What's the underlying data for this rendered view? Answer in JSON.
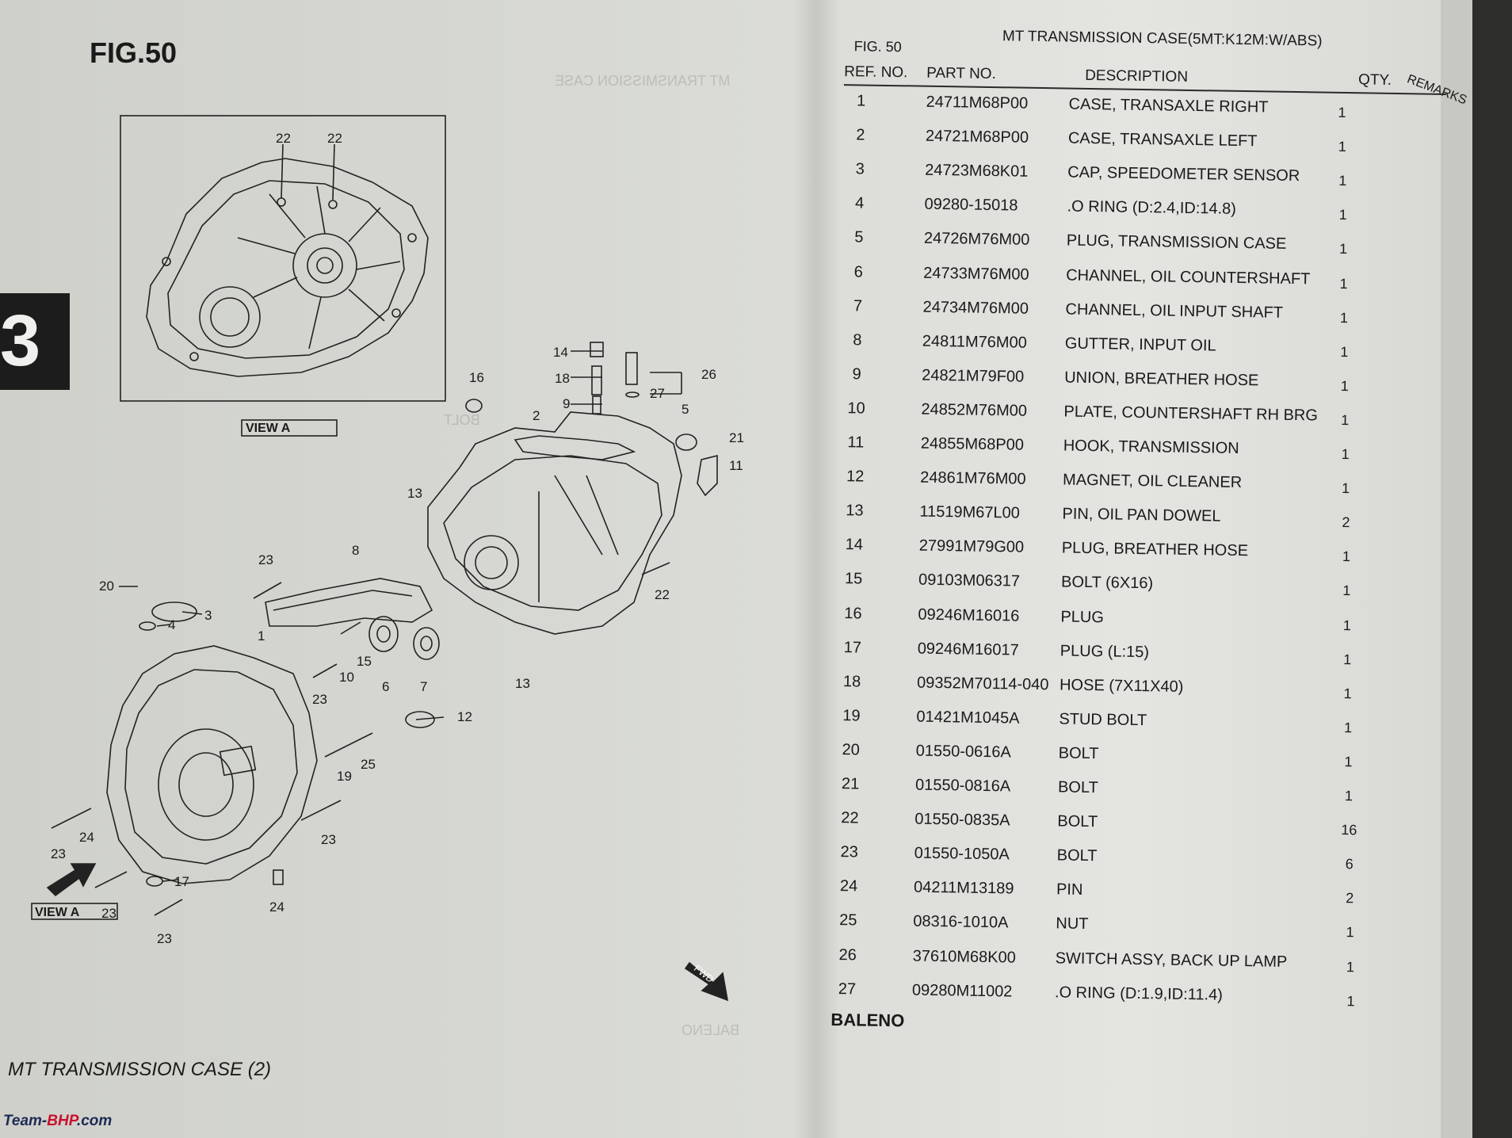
{
  "left_page": {
    "figure_title": "FIG.50",
    "section_number": "3",
    "footer_title": "MT TRANSMISSION CASE (2)",
    "view_label": "VIEW A",
    "fwd_label": "FWD",
    "watermark": {
      "prefix": "Team-",
      "brand": "BHP",
      "suffix": ".com"
    },
    "callouts": [
      "22",
      "22",
      "16",
      "14",
      "18",
      "9",
      "26",
      "27",
      "2",
      "5",
      "21",
      "11",
      "13",
      "8",
      "23",
      "20",
      "3",
      "4",
      "1",
      "15",
      "10",
      "6",
      "7",
      "12",
      "23",
      "19",
      "25",
      "23",
      "24",
      "23",
      "17",
      "24",
      "23",
      "23",
      "22",
      "13"
    ]
  },
  "right_page": {
    "fig_no": "FIG. 50",
    "title": "MT TRANSMISSION CASE(5MT:K12M:W/ABS)",
    "headers": {
      "ref": "REF. NO.",
      "part": "PART NO.",
      "desc": "DESCRIPTION",
      "qty": "QTY.",
      "remarks": "REMARKS"
    },
    "rows": [
      {
        "ref": "1",
        "part": "24711M68P00",
        "desc": "CASE, TRANSAXLE RIGHT",
        "qty": "1"
      },
      {
        "ref": "2",
        "part": "24721M68P00",
        "desc": "CASE, TRANSAXLE LEFT",
        "qty": "1"
      },
      {
        "ref": "3",
        "part": "24723M68K01",
        "desc": "CAP, SPEEDOMETER SENSOR",
        "qty": "1"
      },
      {
        "ref": "4",
        "part": "09280-15018",
        "desc": ".O RING (D:2.4,ID:14.8)",
        "qty": "1"
      },
      {
        "ref": "5",
        "part": "24726M76M00",
        "desc": "PLUG, TRANSMISSION CASE",
        "qty": "1"
      },
      {
        "ref": "6",
        "part": "24733M76M00",
        "desc": "CHANNEL, OIL COUNTERSHAFT",
        "qty": "1"
      },
      {
        "ref": "7",
        "part": "24734M76M00",
        "desc": "CHANNEL, OIL INPUT SHAFT",
        "qty": "1"
      },
      {
        "ref": "8",
        "part": "24811M76M00",
        "desc": "GUTTER, INPUT OIL",
        "qty": "1"
      },
      {
        "ref": "9",
        "part": "24821M79F00",
        "desc": "UNION, BREATHER HOSE",
        "qty": "1"
      },
      {
        "ref": "10",
        "part": "24852M76M00",
        "desc": "PLATE, COUNTERSHAFT RH BRG",
        "qty": "1"
      },
      {
        "ref": "11",
        "part": "24855M68P00",
        "desc": "HOOK, TRANSMISSION",
        "qty": "1"
      },
      {
        "ref": "12",
        "part": "24861M76M00",
        "desc": "MAGNET, OIL CLEANER",
        "qty": "1"
      },
      {
        "ref": "13",
        "part": "11519M67L00",
        "desc": "PIN, OIL PAN DOWEL",
        "qty": "2"
      },
      {
        "ref": "14",
        "part": "27991M79G00",
        "desc": "PLUG, BREATHER HOSE",
        "qty": "1"
      },
      {
        "ref": "15",
        "part": "09103M06317",
        "desc": "BOLT (6X16)",
        "qty": "1"
      },
      {
        "ref": "16",
        "part": "09246M16016",
        "desc": "PLUG",
        "qty": "1"
      },
      {
        "ref": "17",
        "part": "09246M16017",
        "desc": "PLUG (L:15)",
        "qty": "1"
      },
      {
        "ref": "18",
        "part": "09352M70114-040",
        "desc": "HOSE (7X11X40)",
        "qty": "1"
      },
      {
        "ref": "19",
        "part": "01421M1045A",
        "desc": "STUD BOLT",
        "qty": "1"
      },
      {
        "ref": "20",
        "part": "01550-0616A",
        "desc": "BOLT",
        "qty": "1"
      },
      {
        "ref": "21",
        "part": "01550-0816A",
        "desc": "BOLT",
        "qty": "1"
      },
      {
        "ref": "22",
        "part": "01550-0835A",
        "desc": "BOLT",
        "qty": "16"
      },
      {
        "ref": "23",
        "part": "01550-1050A",
        "desc": "BOLT",
        "qty": "6"
      },
      {
        "ref": "24",
        "part": "04211M13189",
        "desc": "PIN",
        "qty": "2"
      },
      {
        "ref": "25",
        "part": "08316-1010A",
        "desc": "NUT",
        "qty": "1"
      },
      {
        "ref": "26",
        "part": "37610M68K00",
        "desc": "SWITCH ASSY, BACK UP LAMP",
        "qty": "1"
      },
      {
        "ref": "27",
        "part": "09280M11002",
        "desc": ".O RING (D:1.9,ID:11.4)",
        "qty": "1"
      }
    ],
    "model": "BALENO"
  },
  "colors": {
    "ink": "#1a1a1a",
    "paper": "#dcddd8",
    "tab": "#1c1c1c",
    "watermark_blue": "#1e2a55",
    "watermark_red": "#c8102e"
  }
}
